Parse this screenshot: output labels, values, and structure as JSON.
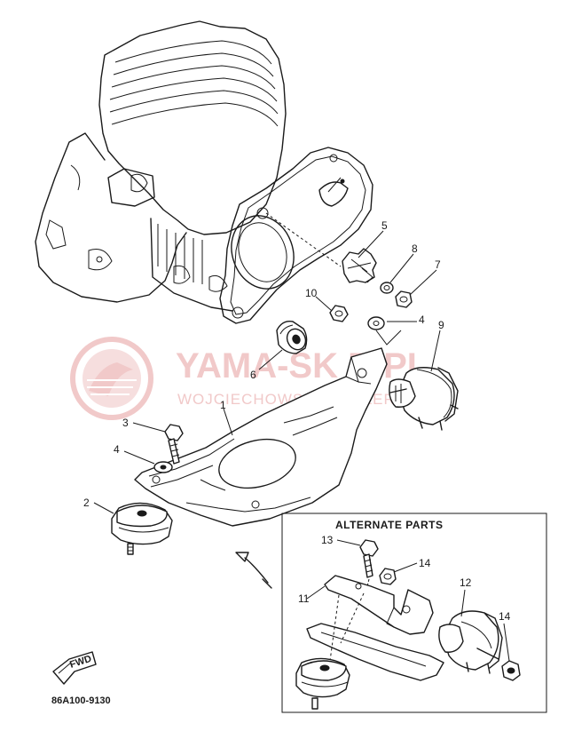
{
  "diagram_code": "86A100-9130",
  "alternate_title": "ALTERNATE PARTS",
  "fwd_label": "FWD",
  "watermark": {
    "main": "YAMA-SK   R.PL",
    "sub": "WOJCIECHOWSK  I DEALER Y  AHA"
  },
  "callouts": {
    "c1": "1",
    "c2": "2",
    "c3": "3",
    "c4a": "4",
    "c4b": "4",
    "c5": "5",
    "c6": "6",
    "c7": "7",
    "c8": "8",
    "c9": "9",
    "c10": "10",
    "c11": "11",
    "c12": "12",
    "c13": "13",
    "c14a": "14",
    "c14b": "14"
  }
}
